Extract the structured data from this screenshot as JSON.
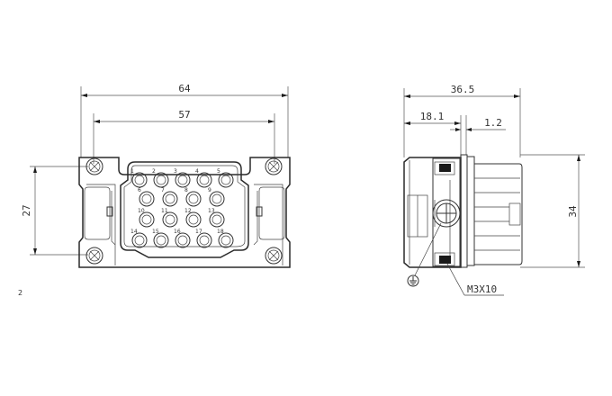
{
  "front_view": {
    "dimensions": {
      "overall_width": "64",
      "hole_spacing": "57",
      "height": "27"
    },
    "pins": [
      {
        "label": "1"
      },
      {
        "label": "2"
      },
      {
        "label": "3"
      },
      {
        "label": "4"
      },
      {
        "label": "5"
      },
      {
        "label": "6"
      },
      {
        "label": "7"
      },
      {
        "label": "8"
      },
      {
        "label": "9"
      },
      {
        "label": "10"
      },
      {
        "label": "11"
      },
      {
        "label": "12"
      },
      {
        "label": "13"
      },
      {
        "label": "14"
      },
      {
        "label": "15"
      },
      {
        "label": "16"
      },
      {
        "label": "17"
      },
      {
        "label": "18"
      }
    ]
  },
  "side_view": {
    "dimensions": {
      "overall_depth": "36.5",
      "insert_depth": "18.1",
      "flange": "1.2",
      "height": "34"
    },
    "screw_label": "M3X10"
  },
  "stray_mark": "2"
}
